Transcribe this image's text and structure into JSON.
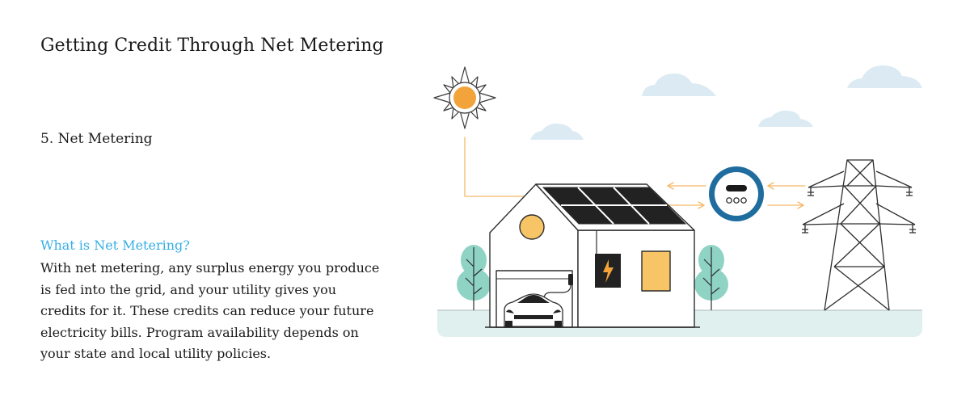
{
  "page": {
    "title": "Getting Credit Through Net Metering",
    "step_label": "5. Net Metering",
    "section_heading": "What is Net Metering?",
    "section_body": "With net metering, any surplus energy you produce is fed into the grid, and your utility gives you credits for it. These credits can reduce your future electricity bills. Program availability depends on your state and local utility policies."
  },
  "illustration": {
    "icons": [
      "sun-icon",
      "cloud-icon",
      "house-icon",
      "solar-panel-icon",
      "battery-icon",
      "electric-car-icon",
      "meter-icon",
      "transmission-tower-icon",
      "tree-icon"
    ],
    "colors": {
      "line": "#2d2d2d",
      "sun": "#f2a33a",
      "arrow": "#f5b867",
      "window": "#f7c466",
      "panel": "#222222",
      "meter_ring": "#1f6d9e",
      "cloud": "#dcebf3",
      "tree": "#8fd3c4",
      "ground": "#dff0ee"
    }
  }
}
